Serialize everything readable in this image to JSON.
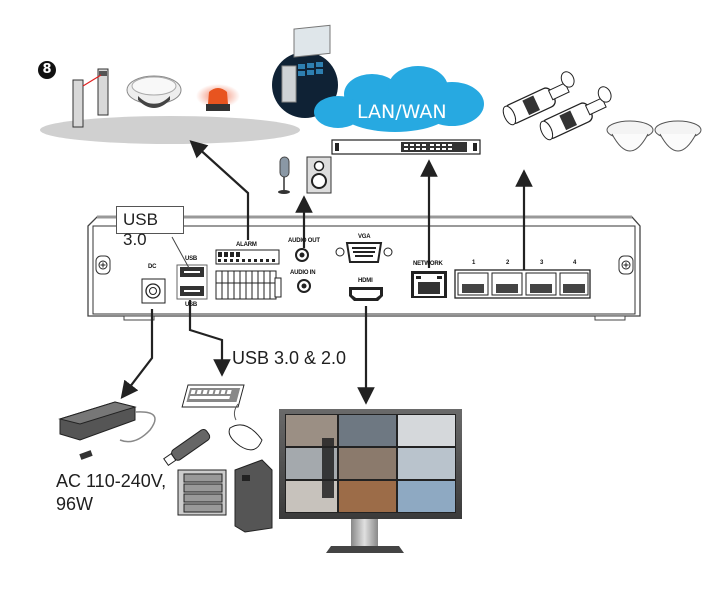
{
  "diagram": {
    "step_badge": "8",
    "network_cloud_label": "LAN/WAN",
    "callout_usb_front": "USB 3.0",
    "usb_devices_label": "USB 3.0 & 2.0",
    "power_label_line1": "AC 110-240V,",
    "power_label_line2": "96W",
    "panel_labels": {
      "dc": "DC",
      "usb_top": "USB",
      "usb_bottom": "USB",
      "alarm": "ALARM",
      "audio_out": "AUDIO OUT",
      "audio_in": "AUDIO IN",
      "vga": "VGA",
      "hdmi": "HDMI",
      "network": "NETWORK",
      "poe_ports": [
        "1",
        "2",
        "3",
        "4"
      ]
    },
    "devices": {
      "alarm_group": [
        "door-sensor",
        "smoke-detector",
        "strobe-siren"
      ],
      "network_group": [
        "client-pc",
        "network-switch"
      ],
      "camera_group": [
        "bullet-camera",
        "bullet-camera",
        "dome-camera",
        "dome-camera"
      ],
      "audio_group": [
        "microphone",
        "speaker"
      ],
      "usb_group": [
        "keyboard",
        "mouse",
        "usb-flash-drive",
        "external-raid",
        "external-hdd"
      ],
      "power_group": [
        "power-adapter"
      ],
      "display": "monitor"
    },
    "colors": {
      "cloud": "#27a9e1",
      "line": "#222222",
      "panel_edge": "#555555",
      "shadow_ellipse": "#d0d0d0",
      "siren": "#e8541f"
    }
  }
}
